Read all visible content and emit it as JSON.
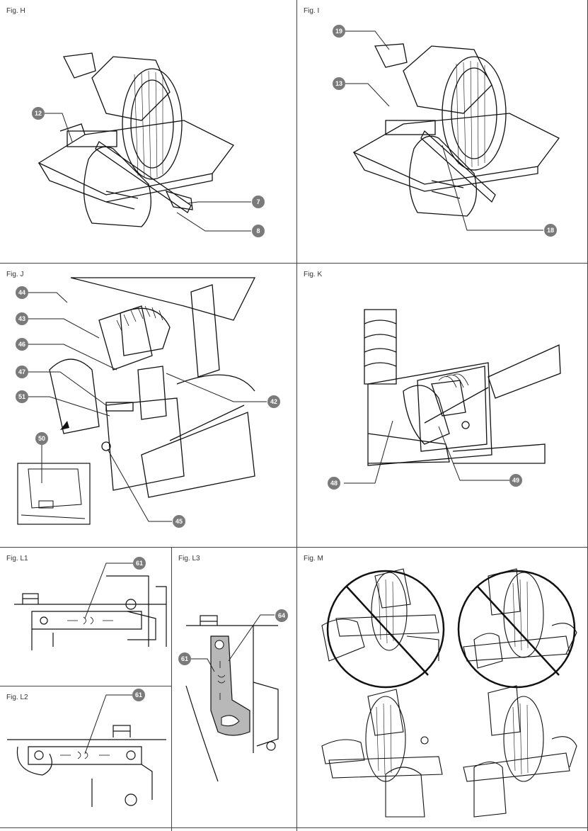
{
  "figures": {
    "H": {
      "label": "Fig. H",
      "callouts": [
        "12",
        "7",
        "8"
      ]
    },
    "I": {
      "label": "Fig. I",
      "callouts": [
        "19",
        "13",
        "18"
      ]
    },
    "J": {
      "label": "Fig. J",
      "callouts": [
        "44",
        "43",
        "46",
        "47",
        "51",
        "50",
        "42",
        "45"
      ]
    },
    "K": {
      "label": "Fig. K",
      "callouts": [
        "48",
        "49"
      ]
    },
    "L1": {
      "label": "Fig. L1",
      "callouts": [
        "61"
      ]
    },
    "L2": {
      "label": "Fig. L2",
      "callouts": [
        "61"
      ]
    },
    "L3": {
      "label": "Fig. L3",
      "callouts": [
        "64",
        "61"
      ]
    },
    "M": {
      "label": "Fig. M",
      "callouts": []
    }
  },
  "icons": [
    "miter-saw-illustration",
    "hand-illustration",
    "screwdriver-illustration",
    "prohibited-circle-icon",
    "lock-knob-illustration"
  ]
}
